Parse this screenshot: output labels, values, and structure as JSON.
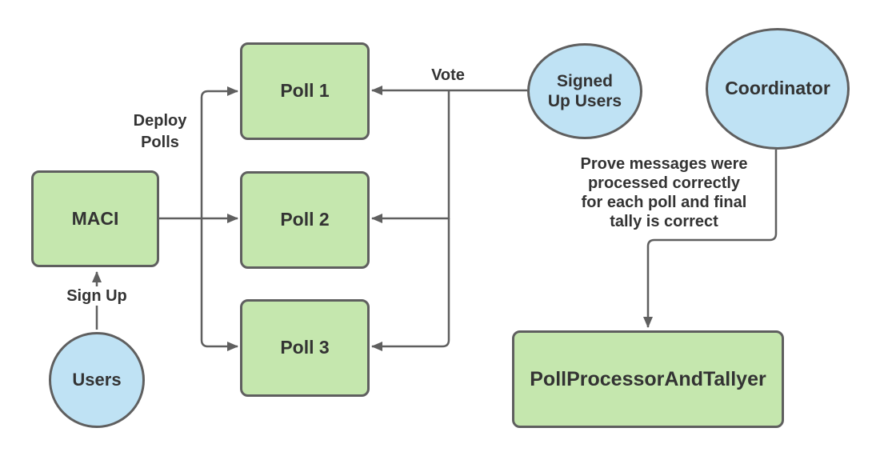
{
  "nodes": {
    "maci": {
      "label": "MACI",
      "type": "contract",
      "fill": "#c5e7ae"
    },
    "poll1": {
      "label": "Poll 1",
      "type": "contract",
      "fill": "#c5e7ae"
    },
    "poll2": {
      "label": "Poll 2",
      "type": "contract",
      "fill": "#c5e7ae"
    },
    "poll3": {
      "label": "Poll 3",
      "type": "contract",
      "fill": "#c5e7ae"
    },
    "poll_processor_and_tallyer": {
      "label": "PollProcessorAndTallyer",
      "type": "contract",
      "fill": "#c5e7ae"
    },
    "users": {
      "label": "Users",
      "type": "actor",
      "fill": "#bfe2f4"
    },
    "signed_up_users": {
      "label": "Signed Up Users",
      "lines": [
        "Signed",
        "Up Users"
      ],
      "type": "actor",
      "fill": "#bfe2f4"
    },
    "coordinator": {
      "label": "Coordinator",
      "type": "actor",
      "fill": "#bfe2f4"
    }
  },
  "edge_labels": {
    "sign_up": "Sign Up",
    "vote": "Vote",
    "deploy_polls_lines": [
      "Deploy",
      "Polls"
    ],
    "prove_lines": [
      "Prove messages were",
      "processed correctly",
      "for each poll and final",
      "tally is correct"
    ]
  },
  "edges": [
    {
      "from": "users",
      "to": "maci",
      "label": "Sign Up"
    },
    {
      "from": "maci",
      "to": "poll1",
      "label": "Deploy Polls"
    },
    {
      "from": "maci",
      "to": "poll2",
      "label": "Deploy Polls"
    },
    {
      "from": "maci",
      "to": "poll3",
      "label": "Deploy Polls"
    },
    {
      "from": "signed_up_users",
      "to": "poll1",
      "label": "Vote"
    },
    {
      "from": "signed_up_users",
      "to": "poll2",
      "label": "Vote"
    },
    {
      "from": "signed_up_users",
      "to": "poll3",
      "label": "Vote"
    },
    {
      "from": "coordinator",
      "to": "poll_processor_and_tallyer",
      "label": "Prove messages were processed correctly for each poll and final tally is correct"
    }
  ],
  "colors": {
    "node_green": "#c5e7ae",
    "node_blue": "#bfe2f4",
    "stroke": "#5f5f5f",
    "line": "#5f5f5f",
    "text": "#333333",
    "bg": "#ffffff"
  }
}
